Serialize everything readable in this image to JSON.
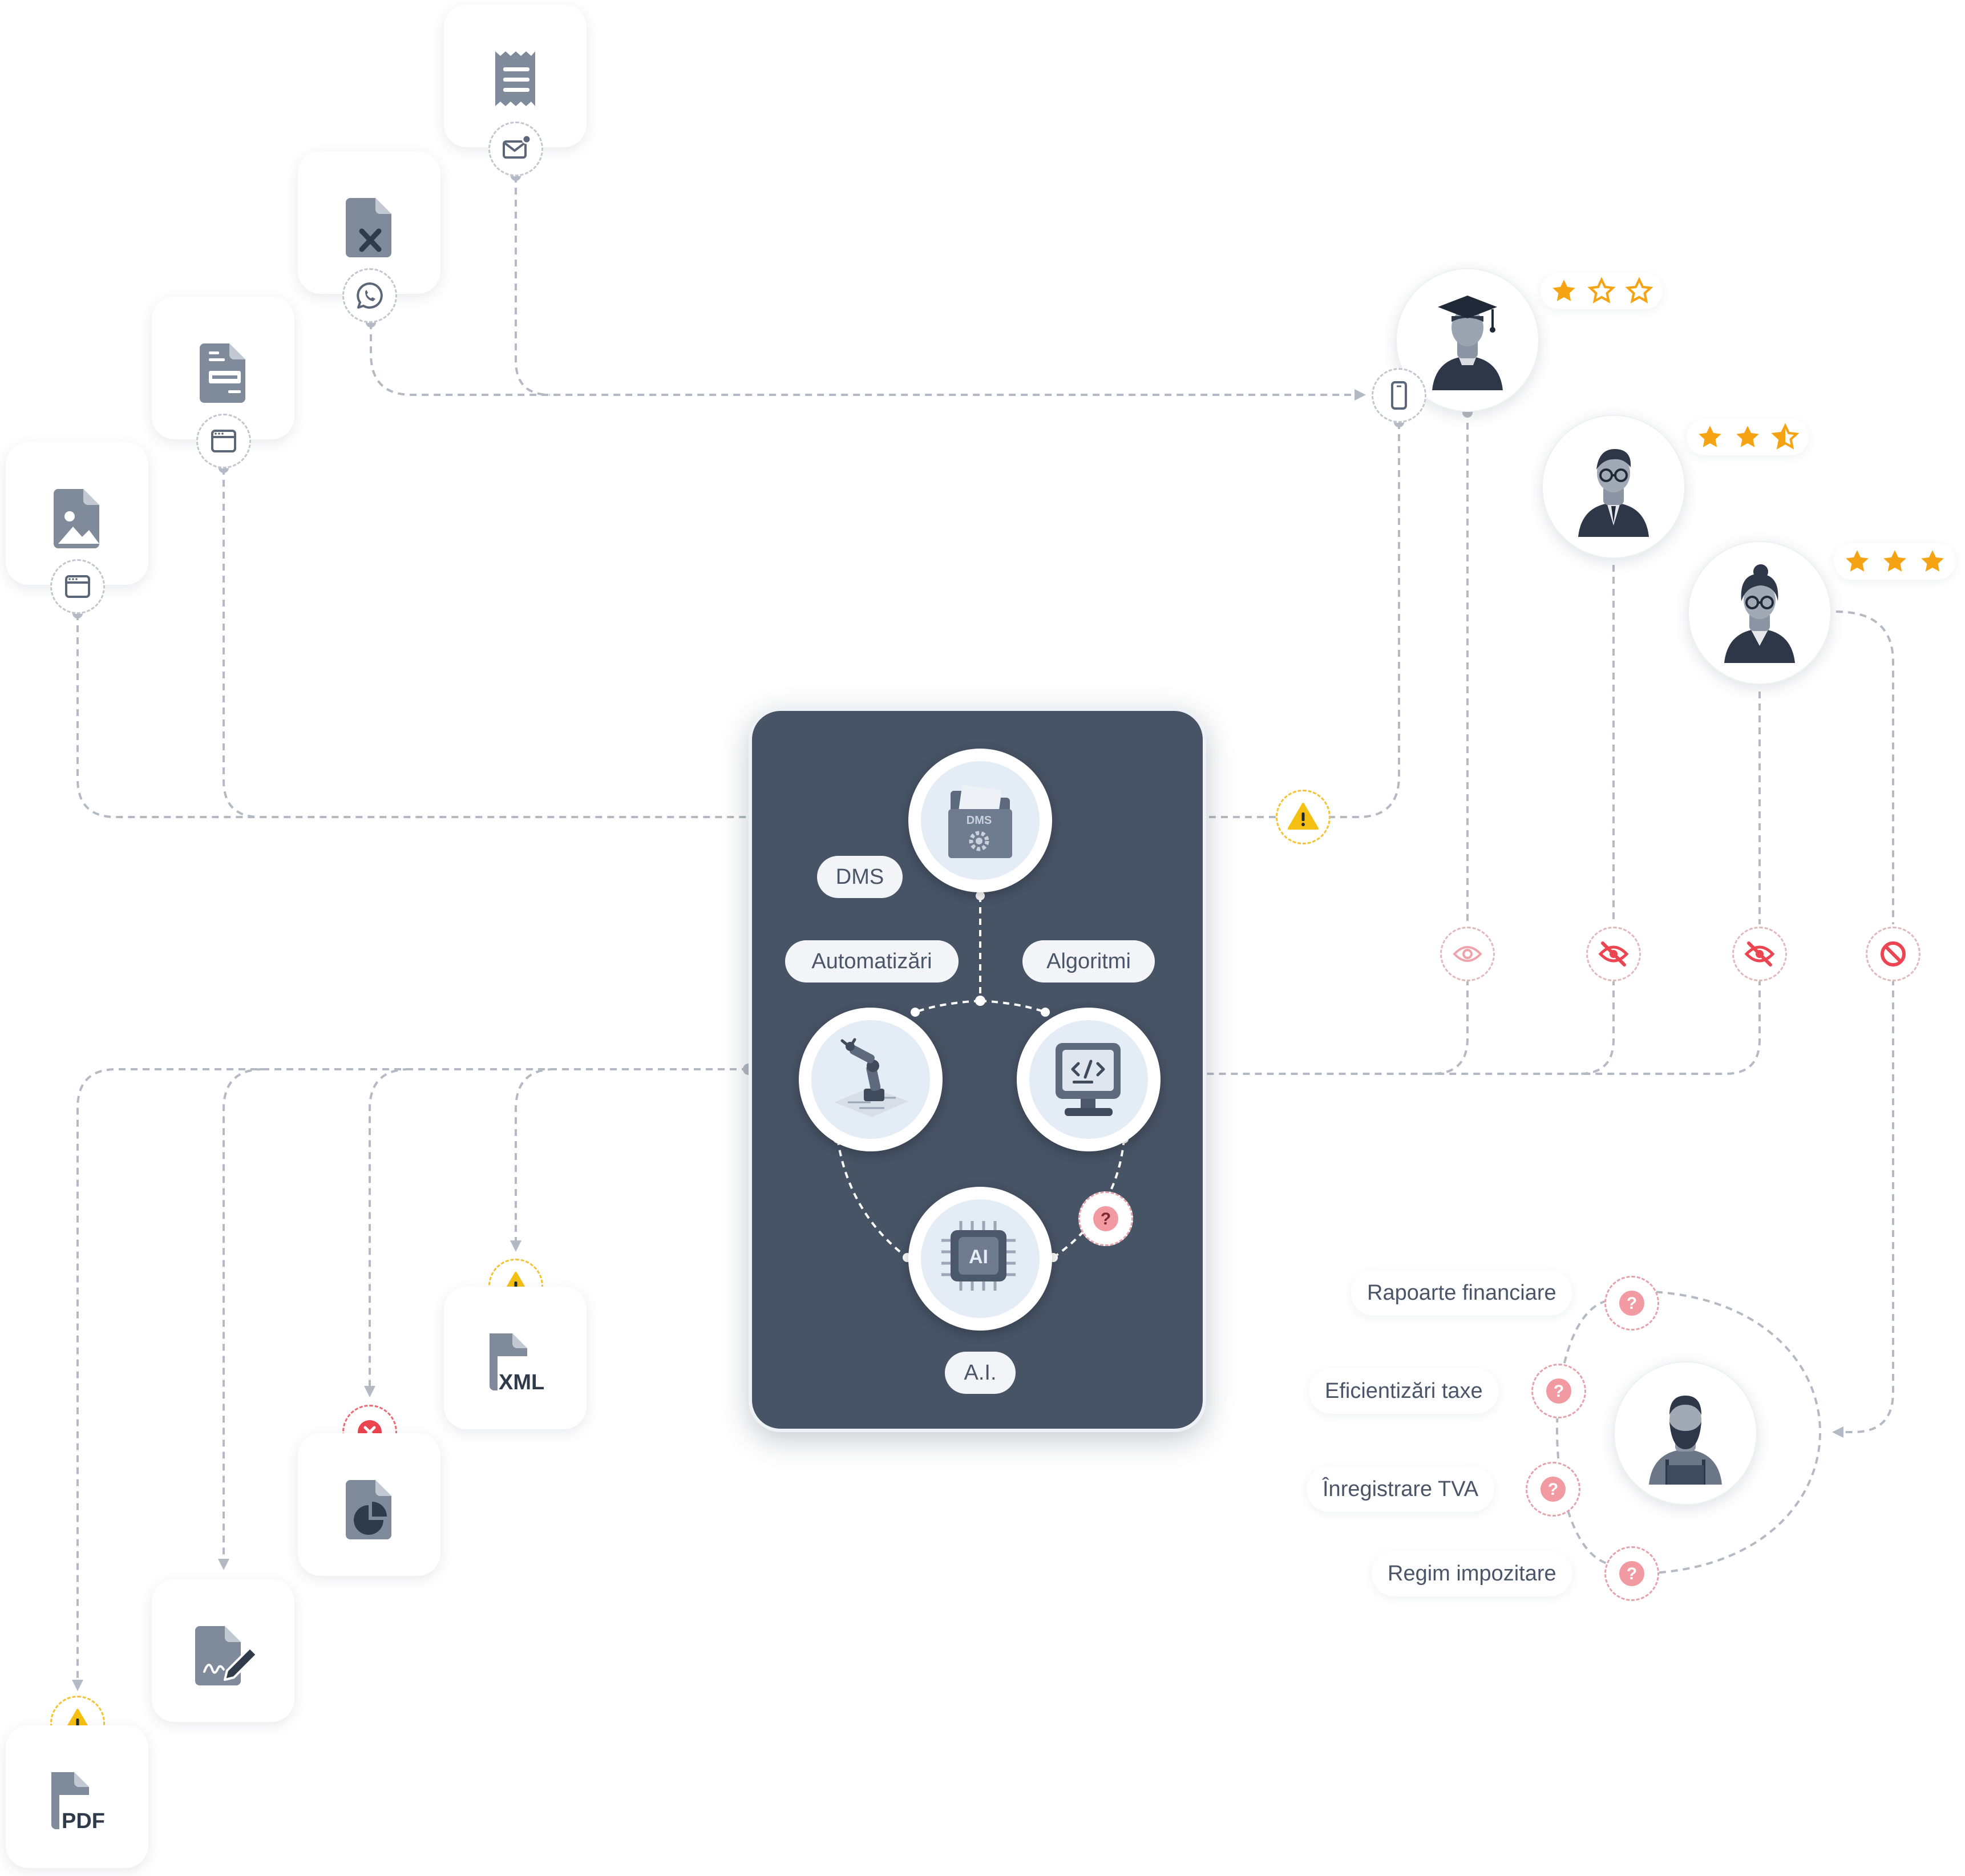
{
  "colors": {
    "line": "#b4bac3",
    "panel": "#475466",
    "icon": "#7f8a9a",
    "star": "#f5a312",
    "warn": "#f6c012",
    "error": "#ea4550",
    "question": "#f29aa2"
  },
  "inputs": [
    {
      "file_icon": "image-file-icon",
      "channel_icon": "browser-icon"
    },
    {
      "file_icon": "invoice-file-icon",
      "channel_icon": "browser-icon"
    },
    {
      "file_icon": "excel-file-icon",
      "channel_icon": "whatsapp-icon"
    },
    {
      "file_icon": "receipt-icon",
      "channel_icon": "email-icon"
    }
  ],
  "users": [
    {
      "avatar": "graduate-avatar",
      "rating": 1,
      "access_icon": "eye-icon"
    },
    {
      "avatar": "man-glasses-avatar",
      "rating": 2.5,
      "access_icon": "eye-slash-icon"
    },
    {
      "avatar": "woman-glasses-avatar",
      "rating": 3,
      "access_icon": "eye-slash-icon"
    }
  ],
  "mobile_icon": "smartphone-icon",
  "blocked_icon": "ban-icon",
  "hub": {
    "dms_label": "DMS",
    "dms_icon_text": "DMS",
    "automation_label": "Automatizări",
    "algorithms_label": "Algoritmi",
    "ai_label": "A.I.",
    "ai_chip_text": "AI"
  },
  "outputs": [
    {
      "format": "XML",
      "status": "warning"
    },
    {
      "format": "chart",
      "status": "error"
    },
    {
      "format": "signature",
      "status": "none"
    },
    {
      "format": "PDF",
      "status": "warning"
    }
  ],
  "services": {
    "labels": [
      "Rapoarte financiare",
      "Eficientizări taxe",
      "Înregistrare TVA",
      "Regim impozitare"
    ],
    "badge_text": "?",
    "avatar": "bearded-man-avatar"
  }
}
